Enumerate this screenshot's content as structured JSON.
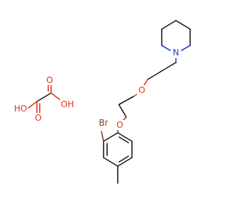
{
  "molecule": {
    "atoms": {
      "nitrogen": "N",
      "ether_oxygen_upper": "O",
      "ether_oxygen_lower": "O",
      "bromine": "Br",
      "oxalic_hydroxyl_left": "HO",
      "oxalic_hydroxyl_right": "OH",
      "oxalic_carbonyl_left": "O",
      "oxalic_carbonyl_right": "O"
    },
    "colors": {
      "carbon_bond": "#1a1a1a",
      "oxygen": "#e0321e",
      "nitrogen": "#2b3fd6",
      "bromine": "#8b3a1a"
    }
  }
}
